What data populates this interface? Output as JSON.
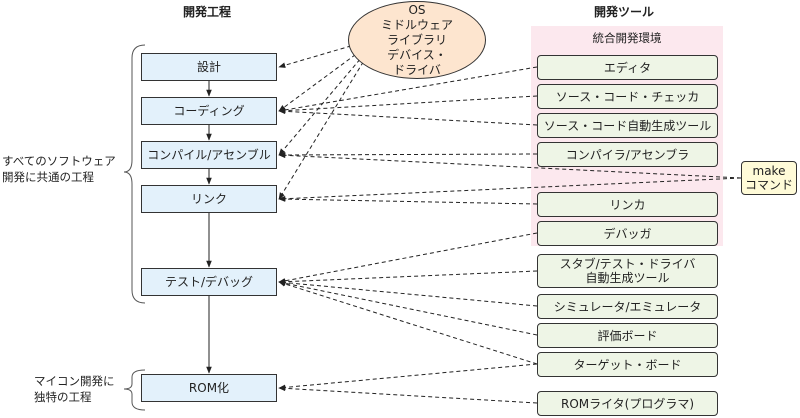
{
  "headings": {
    "process": "開発工程",
    "tools": "開発ツール"
  },
  "process_steps": [
    {
      "id": "design",
      "label": "設計"
    },
    {
      "id": "coding",
      "label": "コーディング"
    },
    {
      "id": "compile",
      "label": "コンパイル/アセンブル"
    },
    {
      "id": "link",
      "label": "リンク"
    },
    {
      "id": "test",
      "label": "テスト/デバッグ"
    },
    {
      "id": "rom",
      "label": "ROM化"
    }
  ],
  "os_box": {
    "lines": [
      "OS",
      "ミドルウェア",
      "ライブラリ",
      "デバイス・",
      "ドライバ"
    ]
  },
  "ide_title": "統合開発環境",
  "tools": [
    {
      "id": "editor",
      "lines": [
        "エディタ"
      ]
    },
    {
      "id": "checker",
      "lines": [
        "ソース・コード・チェッカ"
      ]
    },
    {
      "id": "codegen",
      "lines": [
        "ソース・コード自動生成ツール"
      ]
    },
    {
      "id": "compiler",
      "lines": [
        "コンパイラ/アセンブラ"
      ]
    },
    {
      "id": "linker",
      "lines": [
        "リンカ"
      ]
    },
    {
      "id": "debugger",
      "lines": [
        "デバッガ"
      ]
    },
    {
      "id": "stubgen",
      "lines": [
        "スタブ/テスト・ドライバ",
        "自動生成ツール"
      ]
    },
    {
      "id": "simulator",
      "lines": [
        "シミュレータ/エミュレータ"
      ]
    },
    {
      "id": "evalboard",
      "lines": [
        "評価ボード"
      ]
    },
    {
      "id": "targetboard",
      "lines": [
        "ターゲット・ボード"
      ]
    },
    {
      "id": "romwriter",
      "lines": [
        "ROMライタ(プログラマ)"
      ]
    }
  ],
  "make_box": {
    "lines": [
      "make",
      "コマンド"
    ]
  },
  "brace_labels": {
    "common": [
      "すべてのソフトウェア",
      "開発に共通の工程"
    ],
    "micro": [
      "マイコン開発に",
      "独特の工程"
    ]
  },
  "connections": [
    {
      "from": "os",
      "to": "design"
    },
    {
      "from": "os",
      "to": "coding"
    },
    {
      "from": "os",
      "to": "compile"
    },
    {
      "from": "os",
      "to": "link"
    },
    {
      "from": "editor",
      "to": "coding"
    },
    {
      "from": "checker",
      "to": "coding"
    },
    {
      "from": "codegen",
      "to": "coding"
    },
    {
      "from": "compiler",
      "to": "compile"
    },
    {
      "from": "make",
      "to": "compile"
    },
    {
      "from": "make",
      "to": "link"
    },
    {
      "from": "linker",
      "to": "link"
    },
    {
      "from": "debugger",
      "to": "test"
    },
    {
      "from": "stubgen",
      "to": "test"
    },
    {
      "from": "simulator",
      "to": "test"
    },
    {
      "from": "evalboard",
      "to": "test"
    },
    {
      "from": "targetboard",
      "to": "test"
    },
    {
      "from": "targetboard",
      "to": "rom"
    },
    {
      "from": "romwriter",
      "to": "rom"
    }
  ]
}
